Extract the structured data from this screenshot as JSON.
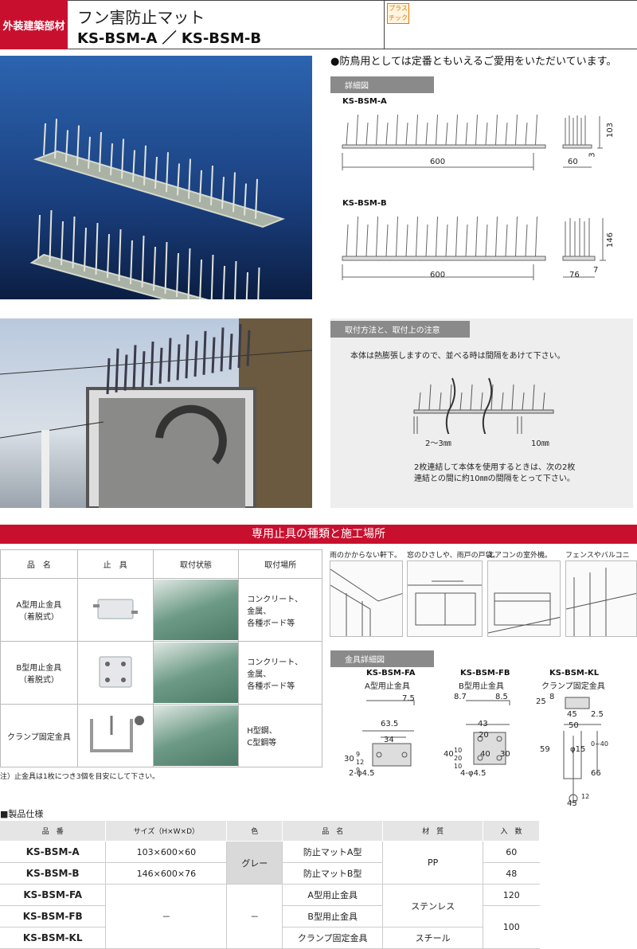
{
  "header": {
    "category": "外装建築部材",
    "title": "フン害防止マット",
    "models": "KS-BSM-A ／ KS-BSM-B",
    "material_tag_line1": "プラス",
    "material_tag_line2": "チック"
  },
  "intro": {
    "caption": "●防鳥用としては定番ともいえるご愛用をいただいています。"
  },
  "detail": {
    "section_label": "詳細図",
    "a": {
      "name": "KS-BSM-A",
      "length": "600",
      "width": "60",
      "height": "103",
      "base": "3"
    },
    "b": {
      "name": "KS-BSM-B",
      "length": "600",
      "width": "76",
      "height": "146",
      "base": "7"
    }
  },
  "install_note": {
    "section_label": "取付方法と、取付上の注意",
    "note1": "本体は熱膨張しますので、並べる時は間隔をあけて下さい。",
    "gap_label": "2～3㎜",
    "gap2_label": "10㎜",
    "note2_line1": "2枚連結して本体を使用するときは、次の2枚",
    "note2_line2": "連結との間に約10㎜の間隔をとって下さい。"
  },
  "fixtures": {
    "banner": "専用止具の種類と施工場所",
    "headers": [
      "品　名",
      "止　具",
      "取付状態",
      "取付場所"
    ],
    "rows": [
      {
        "name1": "A型用止金具",
        "name2": "（着脱式）",
        "place1": "コンクリート、",
        "place2": "金属、",
        "place3": "各種ボード等"
      },
      {
        "name1": "B型用止金具",
        "name2": "（着脱式）",
        "place1": "コンクリート、",
        "place2": "金属、",
        "place3": "各種ボード等"
      },
      {
        "name1": "クランプ固定金具",
        "name2": "",
        "place1": "H型鋼、",
        "place2": "C型鋼等",
        "place3": ""
      }
    ],
    "note": "注）止金具は1枚につき3個を目安にして下さい。"
  },
  "scenes": [
    "雨のかからない軒下。",
    "窓のひさしや、雨戸の戸袋。",
    "エアコンの室外機。",
    "フェンスやバルコニー。"
  ],
  "bracket_detail": {
    "section_label": "金具詳細図",
    "fa": {
      "model": "KS-BSM-FA",
      "name": "A型用止金具",
      "d1": "7.5",
      "d2": "63.5",
      "d3": "34",
      "d4": "30",
      "d5": "9",
      "d6": "12",
      "d7": "9",
      "hole": "2-φ4.5"
    },
    "fb": {
      "model": "KS-BSM-FB",
      "name": "B型用止金具",
      "d1": "8.7",
      "d2": "8.5",
      "d3": "43",
      "d4": "20",
      "d5": "40",
      "d6": "40",
      "d7": "30",
      "d8": "10",
      "d9": "20",
      "d10": "10",
      "hole": "4-φ4.5"
    },
    "kl": {
      "model": "KS-BSM-KL",
      "name": "クランプ固定金具",
      "d1": "25",
      "d2": "8",
      "d3": "45",
      "d4": "2.5",
      "d5": "50",
      "d6": "59",
      "d7": "φ15",
      "d8": "0~40",
      "d9": "66",
      "d10": "45",
      "d11": "12"
    }
  },
  "spec": {
    "heading": "■製品仕様",
    "headers": [
      "品　番",
      "サイズ（H×W×D）",
      "色",
      "品　名",
      "材　質",
      "入　数"
    ],
    "rows": [
      {
        "model": "KS-BSM-A",
        "size": "103×600×60",
        "name": "防止マットA型",
        "qty": "60"
      },
      {
        "model": "KS-BSM-B",
        "size": "146×600×76",
        "name": "防止マットB型",
        "qty": "48"
      },
      {
        "model": "KS-BSM-FA",
        "name": "A型用止金具",
        "qty": "120"
      },
      {
        "model": "KS-BSM-FB",
        "name": "B型用止金具"
      },
      {
        "model": "KS-BSM-KL",
        "name": "クランプ固定金具"
      }
    ],
    "color_gray": "グレー",
    "dash": "－",
    "material_pp": "PP",
    "material_stainless": "ステンレス",
    "material_steel": "スチール",
    "qty_100": "100"
  }
}
